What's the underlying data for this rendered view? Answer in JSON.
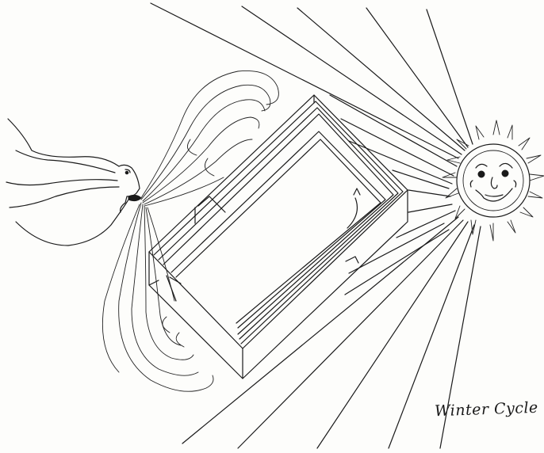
{
  "caption": {
    "text": "Winter Cycle"
  },
  "colors": {
    "ink": "#1a1a1a",
    "paper": "#fdfdfb"
  },
  "figures": {
    "sun": "sun-with-face",
    "wind": "wind-face-blowing",
    "house": "building-layered-walls"
  }
}
